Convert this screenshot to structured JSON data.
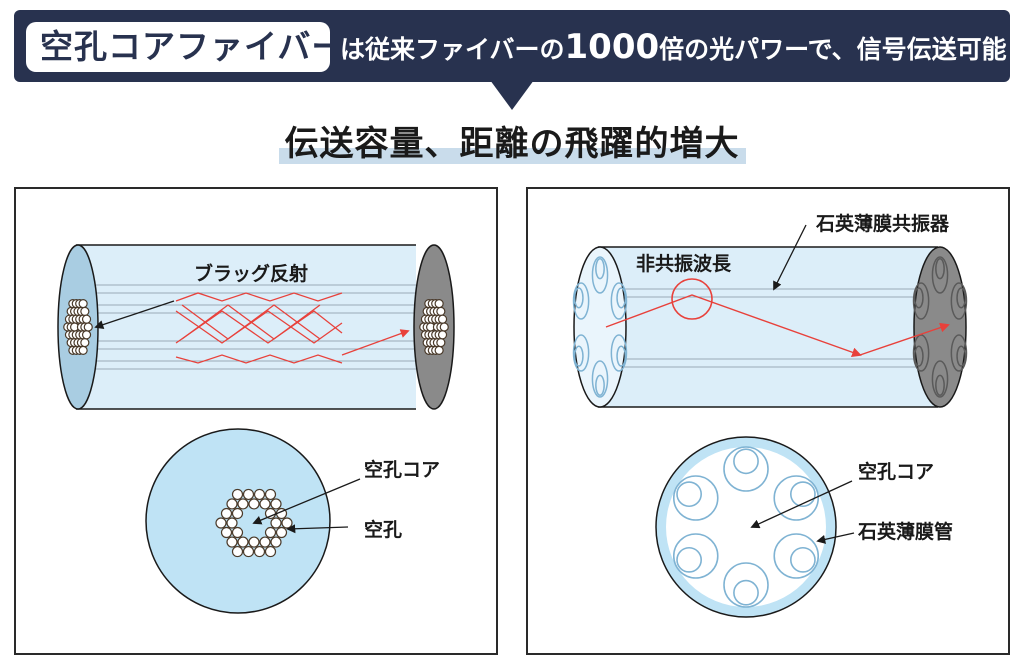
{
  "banner": {
    "highlight": "空孔コアファイバー",
    "text_a": "は従来ファイバーの",
    "number": "1000",
    "text_b": "倍の光パワーで、信号伝送可能"
  },
  "subtitle": "伝送容量、距離の飛躍的増大",
  "left_panel": {
    "bragg_label": "ブラッグ反射",
    "core_label": "空孔コア",
    "hole_label": "空孔"
  },
  "right_panel": {
    "resonator_label": "石英薄膜共振器",
    "antiresonant_label": "非共振波長",
    "core_label": "空孔コア",
    "tube_label": "石英薄膜管"
  },
  "colors": {
    "banner": "#28324f",
    "fiber_fill": "#dceef9",
    "cross_section": "#bfe3f5",
    "end_dark": "#8a8a8a",
    "light_path": "#e8413b",
    "highlight_bar": "#c9dceb"
  }
}
